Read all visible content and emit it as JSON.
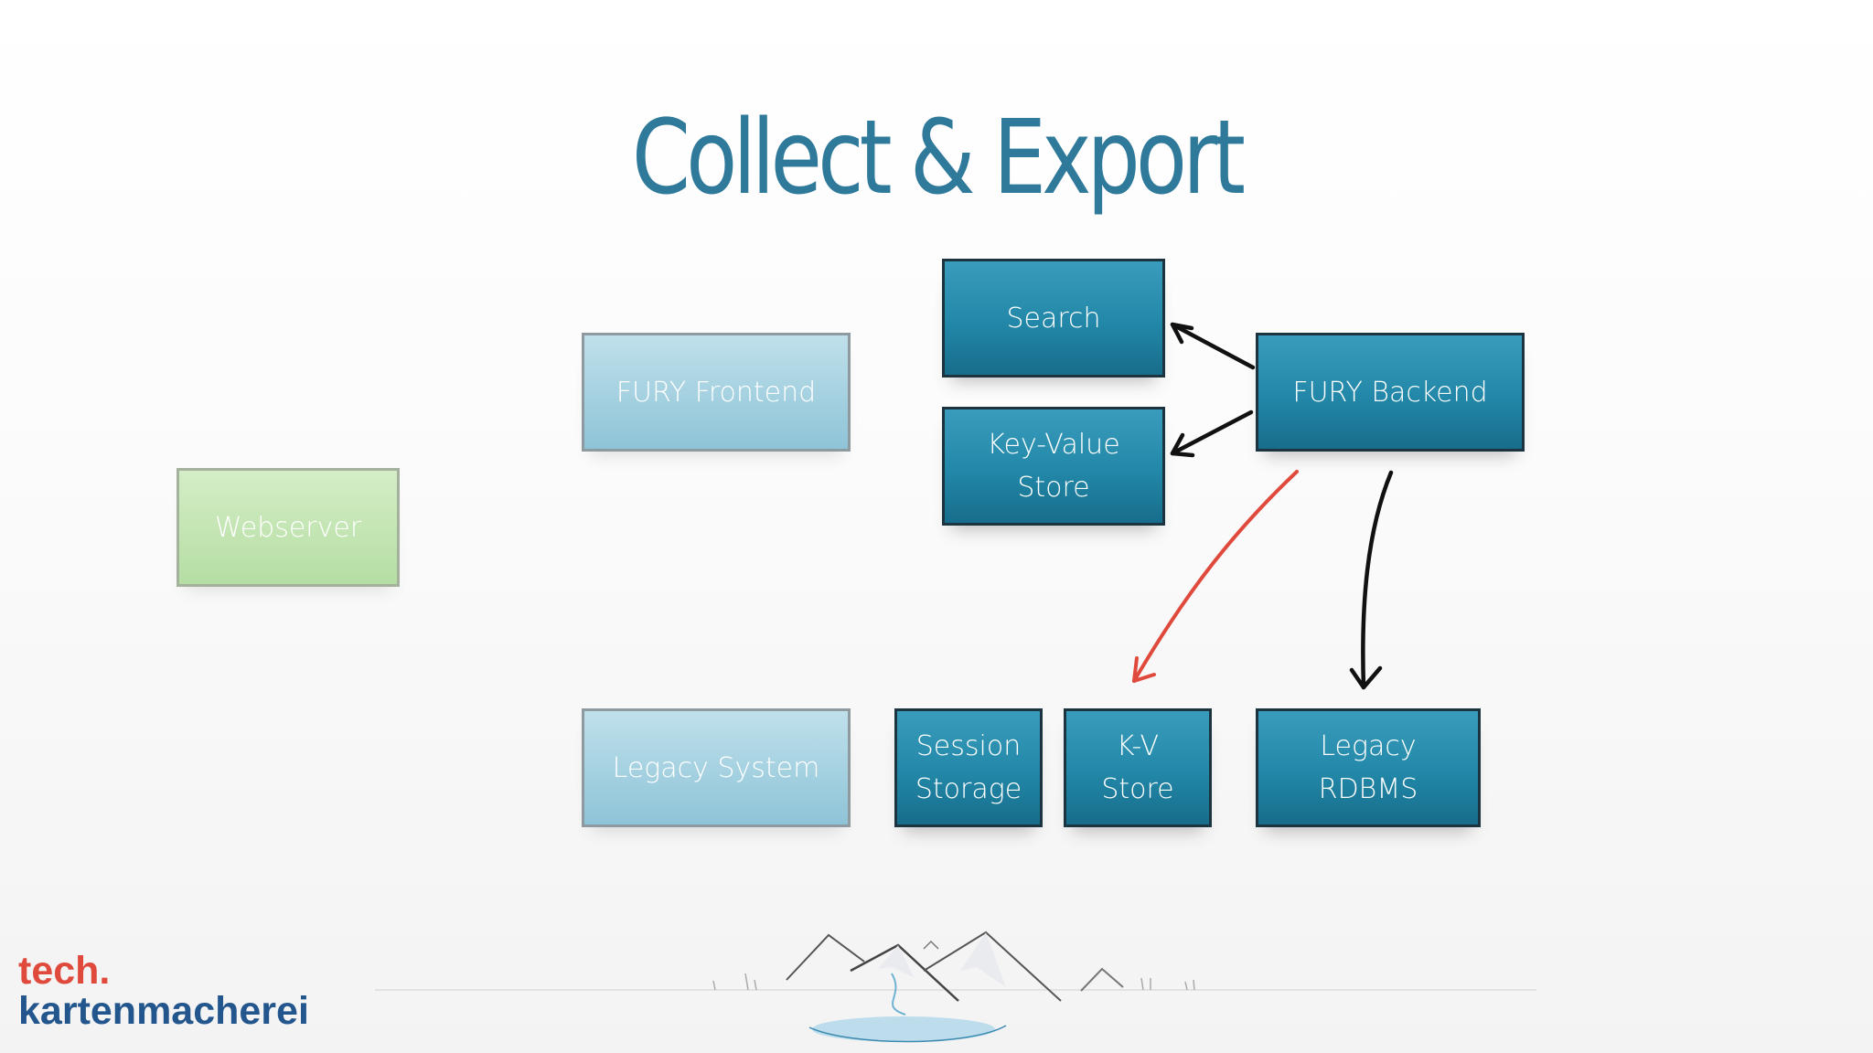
{
  "slide": {
    "title": "Collect & Export"
  },
  "boxes": {
    "search": "Search",
    "fury_backend": "FURY Backend",
    "fury_frontend": "FURY Frontend",
    "key_value_store": "Key-Value\nStore",
    "webserver": "Webserver",
    "legacy_system": "Legacy System",
    "session_storage": "Session\nStorage",
    "kv_store": "K-V\nStore",
    "legacy_rdbms": "Legacy\nRDBMS"
  },
  "logo": {
    "line1": "tech.",
    "line2": "kartenmacherei"
  },
  "colors": {
    "title": "#2f7a9b",
    "dark_box": "#2287a8",
    "light_box": "#a6d2e1",
    "green_box": "#c5e6b4",
    "red_arrow": "#e04a3c",
    "black_arrow": "#111111",
    "logo_red": "#e04a3c",
    "logo_blue": "#24568e"
  },
  "icons": [
    "mountain-landscape-icon",
    "arrow-icon"
  ]
}
